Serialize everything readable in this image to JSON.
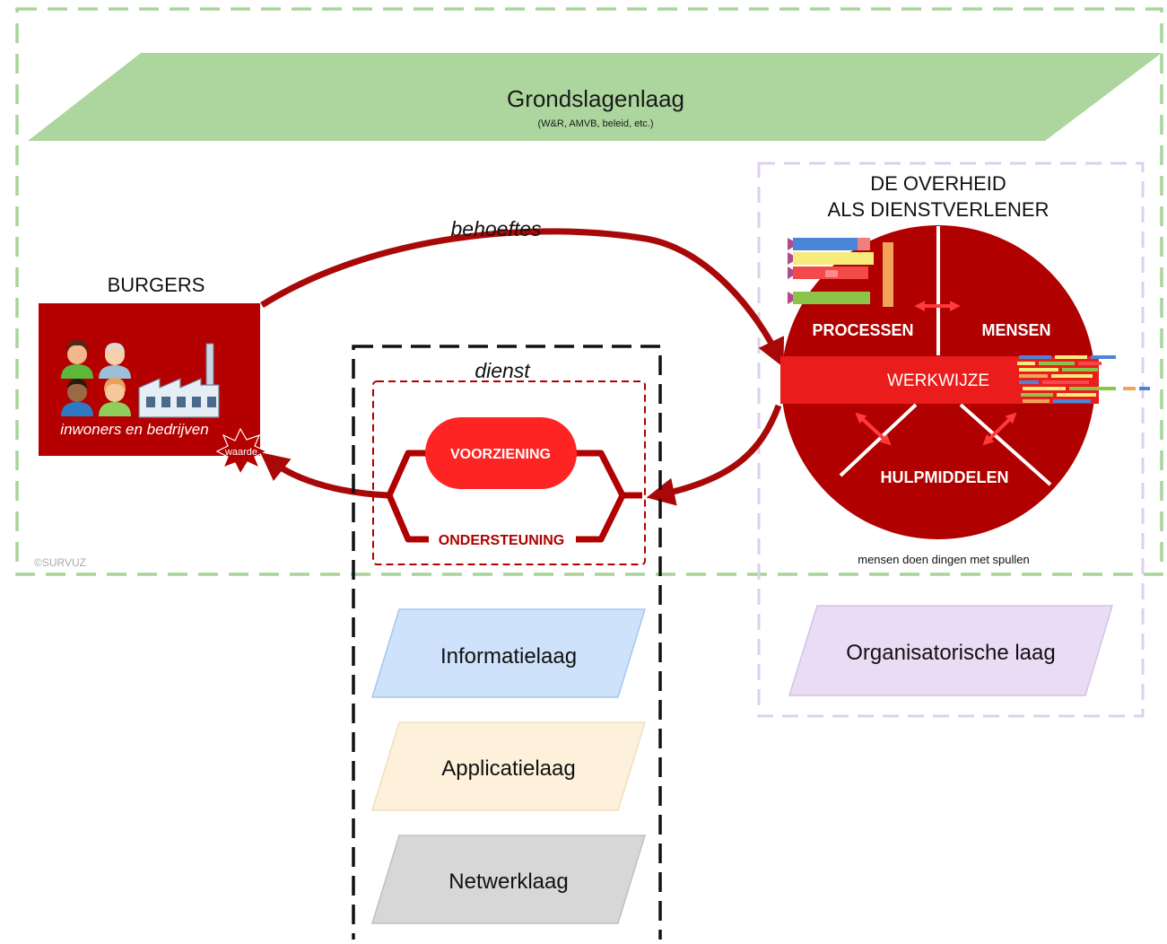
{
  "foundation": {
    "title": "Grondslagenlaag",
    "subtitle": "(W&R, AMVB, beleid, etc.)"
  },
  "burgers": {
    "title": "BURGERS",
    "caption": "inwoners en bedrijven",
    "value_label": "waarde"
  },
  "flows": {
    "needs": "behoeftes"
  },
  "service": {
    "title": "dienst",
    "provision": "VOORZIENING",
    "support": "ONDERSTEUNING"
  },
  "government": {
    "title_line1": "DE OVERHEID",
    "title_line2": "ALS DIENSTVERLENER",
    "segment_processes": "PROCESSEN",
    "segment_people": "MENSEN",
    "segment_tools": "HULPMIDDELEN",
    "band_method": "WERKWIJZE",
    "tagline": "mensen doen dingen met spullen"
  },
  "layers": {
    "information": "Informatielaag",
    "application": "Applicatielaag",
    "network": "Netwerklaag",
    "organizational": "Organisatorische laag"
  },
  "copyright": "©SURVUZ",
  "colors": {
    "dark_red": "#b00000",
    "bright_red": "#e31b1b",
    "foundation_green": "#acd69e",
    "frame_green": "#a8d49a",
    "frame_lilac": "#ddd0ee",
    "information_blue": "#cfe2fb",
    "application_cream": "#fdf1dc",
    "network_grey": "#d7d7d7",
    "organizational_lilac": "#eadcf5"
  }
}
